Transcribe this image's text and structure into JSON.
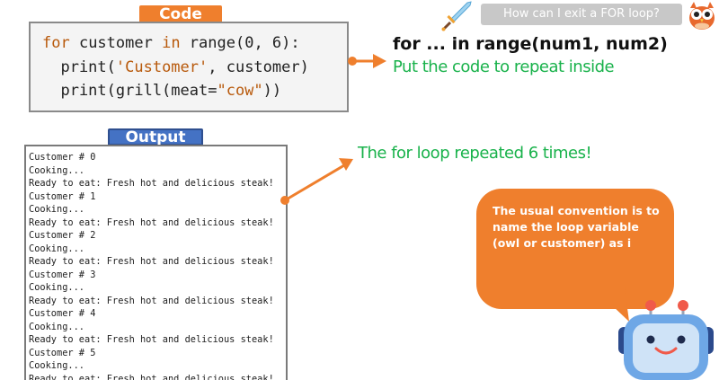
{
  "code_section": {
    "label": "Code",
    "lines": [
      {
        "parts": [
          {
            "t": "for",
            "k": "kw"
          },
          {
            "t": " customer ",
            "k": ""
          },
          {
            "t": "in",
            "k": "kw"
          },
          {
            "t": " range(0, 6):",
            "k": ""
          }
        ]
      },
      {
        "parts": [
          {
            "t": "  print(",
            "k": ""
          },
          {
            "t": "'Customer'",
            "k": "str"
          },
          {
            "t": ", customer)",
            "k": ""
          }
        ]
      },
      {
        "parts": [
          {
            "t": "  print(grill(meat=",
            "k": ""
          },
          {
            "t": "\"cow\"",
            "k": "str"
          },
          {
            "t": "))",
            "k": ""
          }
        ]
      }
    ]
  },
  "output_section": {
    "label": "Output",
    "lines": [
      "Customer # 0",
      "Cooking...",
      "Ready to eat: Fresh hot and delicious steak!",
      "Customer # 1",
      "Cooking...",
      "Ready to eat: Fresh hot and delicious steak!",
      "Customer # 2",
      "Cooking...",
      "Ready to eat: Fresh hot and delicious steak!",
      "Customer # 3",
      "Cooking...",
      "Ready to eat: Fresh hot and delicious steak!",
      "Customer # 4",
      "Cooking...",
      "Ready to eat: Fresh hot and delicious steak!",
      "Customer # 5",
      "Cooking...",
      "Ready to eat: Fresh hot and delicious steak!"
    ]
  },
  "annotations": {
    "syntax": "for ... in range(num1, num2)",
    "repeat_note": "Put the code to repeat inside",
    "loop_note": "The for loop repeated 6 times!"
  },
  "question": "How can I exit a FOR loop?",
  "bubble_text": "The usual convention is to name the loop variable (owl or customer) as i",
  "icons": {
    "sword": "sword-icon",
    "owl": "owl-icon",
    "robot": "robot-mascot"
  },
  "colors": {
    "accent_orange": "#ef7f2d",
    "output_blue": "#4472c4",
    "green_text": "#19b24b",
    "keyword": "#b8590b"
  }
}
